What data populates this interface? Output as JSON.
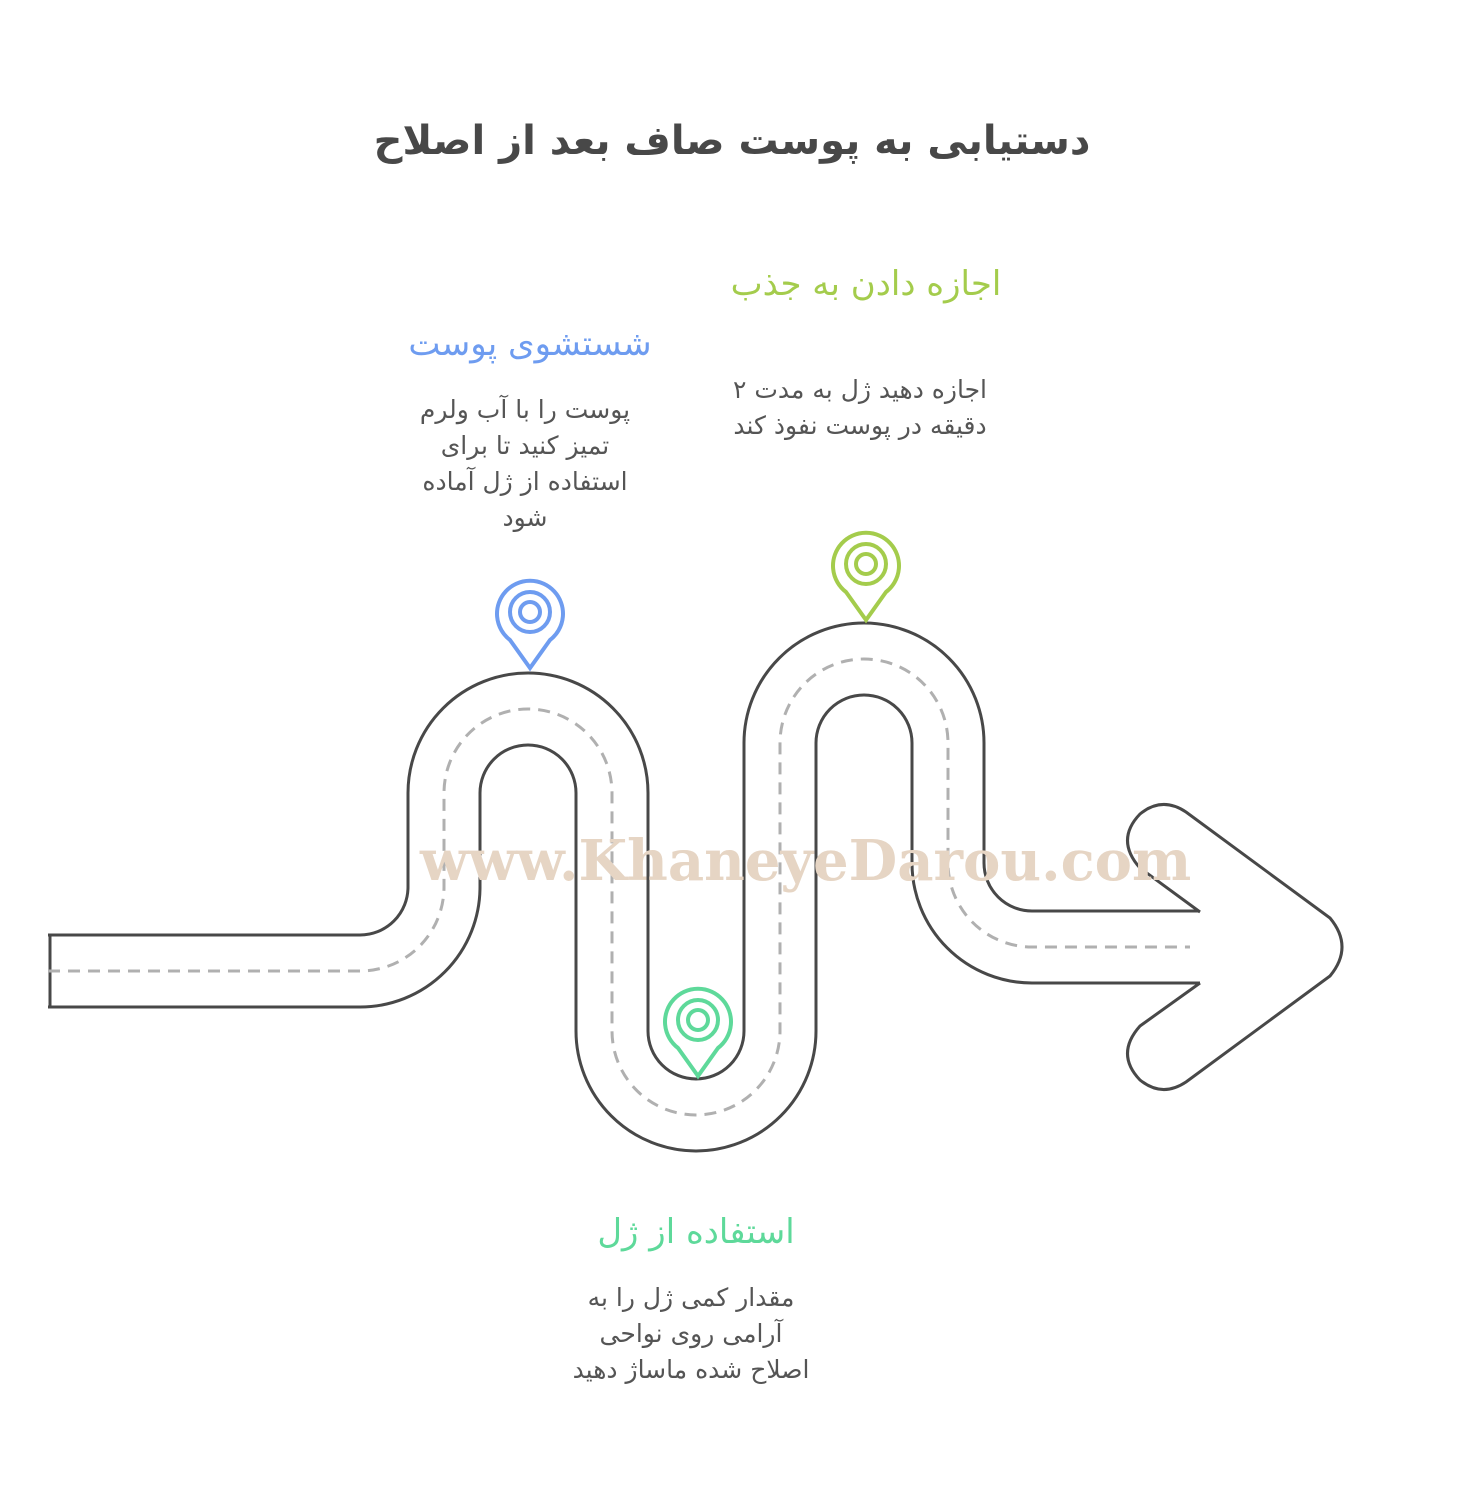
{
  "title": "دستیابی به پوست صاف بعد از اصلاح",
  "watermark": "www.KhaneyeDarou.com",
  "steps": [
    {
      "heading": "شستشوی پوست",
      "description": "پوست را با آب ولرم تمیز کنید تا برای استفاده از ژل آماده شود",
      "color": "#6e9cf0"
    },
    {
      "heading": "استفاده از ژل",
      "description": "مقدار کمی ژل را به آرامی روی نواحی اصلاح شده ماساژ دهید",
      "color": "#5ed99a"
    },
    {
      "heading": "اجازه دادن به جذب",
      "description": "اجازه دهید ژل به مدت ۲ دقیقه در پوست نفوذ کند",
      "color": "#a4cc4c"
    }
  ]
}
